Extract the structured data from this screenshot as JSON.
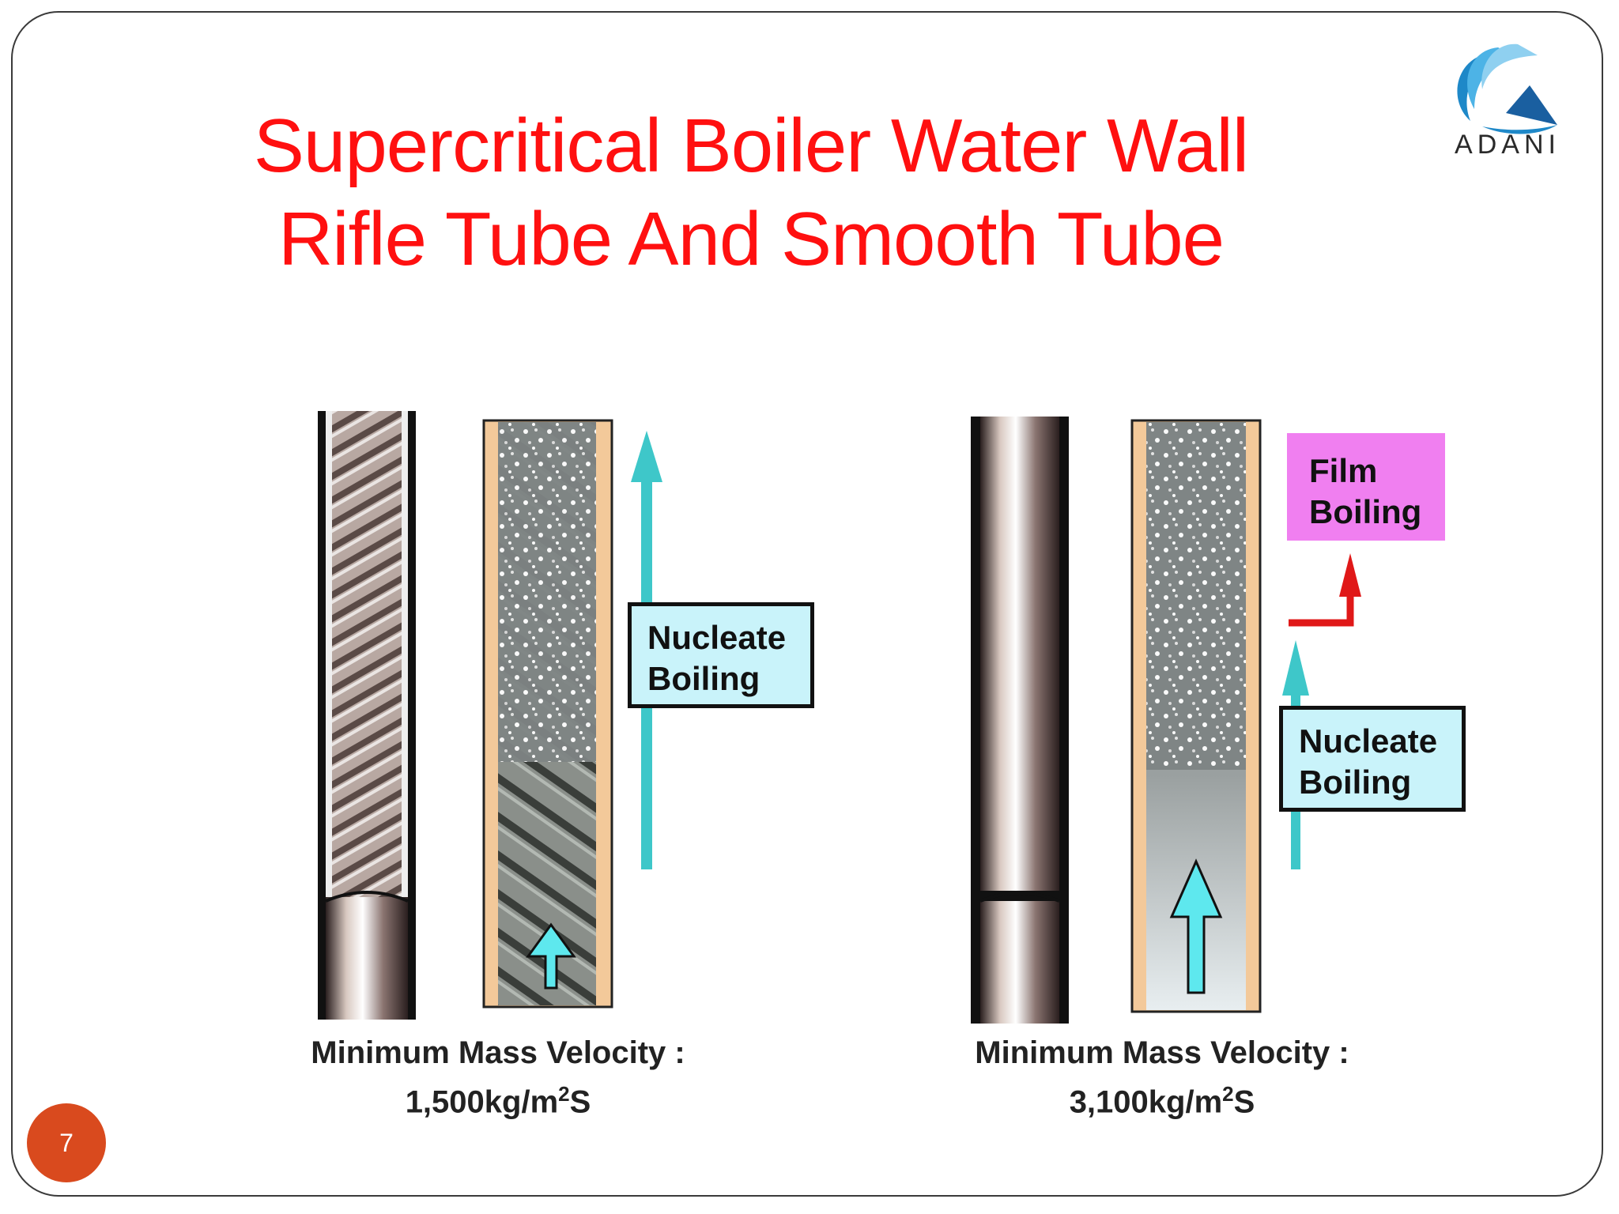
{
  "slide": {
    "title_line1": "Supercritical Boiler Water Wall",
    "title_line2": "Rifle Tube And Smooth Tube",
    "logo_text": "ADANI",
    "page_number": "7"
  },
  "left_panel": {
    "label": [
      "Nucleate",
      "Boiling"
    ],
    "caption_line1": "Minimum Mass Velocity :",
    "caption_value": "1,500kg/m",
    "caption_sup": "2",
    "caption_unit": "S"
  },
  "right_panel": {
    "label": [
      "Nucleate",
      "Boiling"
    ],
    "film_label": [
      "Film",
      "Boiling"
    ],
    "caption_line1": "Minimum Mass Velocity :",
    "caption_value": "3,100kg/m",
    "caption_sup": "2",
    "caption_unit": "S"
  },
  "colors": {
    "title": "#ff1010",
    "label_bg": "#c9f3fa",
    "film_bg": "#f07ff0",
    "arrow_cyan": "#3ec7c9",
    "arrow_red": "#e01818",
    "page_badge": "#d94a1e"
  }
}
